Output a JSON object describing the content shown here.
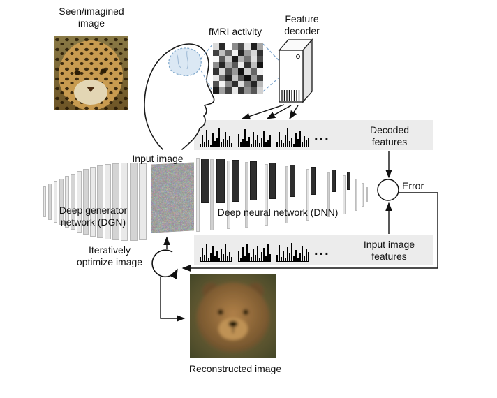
{
  "stimulus": {
    "label": "Seen/imagined\nimage"
  },
  "fmri": {
    "label": "fMRI activity",
    "grid": [
      "#d9d9d9",
      "#2b2b2b",
      "#ffffff",
      "#8c8c8c",
      "#4d4d4d",
      "#e6e6e6",
      "#1f1f1f",
      "#a6a6a6",
      "#404040",
      "#bfbfbf",
      "#666666",
      "#f2f2f2",
      "#262626",
      "#999999",
      "#d9d9d9",
      "#333333",
      "#f7f7f7",
      "#595959",
      "#cccccc",
      "#1a1a1a",
      "#b3b3b3",
      "#737373",
      "#e0e0e0",
      "#4d4d4d",
      "#8c8c8c",
      "#262626",
      "#a6a6a6",
      "#595959",
      "#ededed",
      "#333333",
      "#bfbfbf",
      "#141414",
      "#333333",
      "#d9d9d9",
      "#4d4d4d",
      "#999999",
      "#111111",
      "#cccccc",
      "#666666",
      "#f2f2f2",
      "#e6e6e6",
      "#737373",
      "#222222",
      "#c4c4c4",
      "#595959",
      "#0d0d0d",
      "#949494",
      "#3b3b3b",
      "#525252",
      "#f5f5f5",
      "#8a8a8a",
      "#2e2e2e",
      "#dddddd",
      "#777777",
      "#262626",
      "#b8b8b8",
      "#1c1c1c",
      "#a1a1a1",
      "#444444",
      "#e8e8e8",
      "#353535",
      "#909090",
      "#565656",
      "#d1d1d1"
    ]
  },
  "decoder": {
    "label": "Feature\ndecoder"
  },
  "decoded_band": {
    "label": "Decoded\nfeatures",
    "ellipsis": "...",
    "histograms": [
      [
        4,
        16,
        7,
        24,
        10,
        3,
        19,
        8,
        13,
        26,
        6,
        11,
        21,
        9,
        15,
        5
      ],
      [
        18,
        6,
        11,
        25,
        8,
        14,
        4,
        21,
        9,
        16,
        5,
        12,
        23,
        7,
        10,
        17
      ],
      [
        7,
        21,
        10,
        5,
        17,
        26,
        8,
        13,
        4,
        19,
        11,
        23,
        6,
        15,
        9,
        12
      ]
    ]
  },
  "input_band": {
    "label": "Input image\nfeatures",
    "ellipsis": "...",
    "histograms": [
      [
        6,
        19,
        9,
        24,
        5,
        12,
        22,
        7,
        15,
        4,
        18,
        10,
        25,
        8,
        13,
        6
      ],
      [
        15,
        5,
        20,
        8,
        25,
        11,
        6,
        17,
        9,
        22,
        4,
        13,
        19,
        7,
        24,
        10
      ],
      [
        9,
        23,
        6,
        14,
        4,
        20,
        12,
        26,
        7,
        16,
        5,
        11,
        21,
        8,
        18,
        13
      ]
    ]
  },
  "network": {
    "dnn_label": "Deep neural network (DNN)",
    "dgn_label": "Deep generator\nnetwork (DGN)",
    "input_image_label": "Input image"
  },
  "error": {
    "label": "Error"
  },
  "optimization": {
    "label": "Iteratively\noptimize image"
  },
  "reconstruction": {
    "label": "Reconstructed image"
  }
}
